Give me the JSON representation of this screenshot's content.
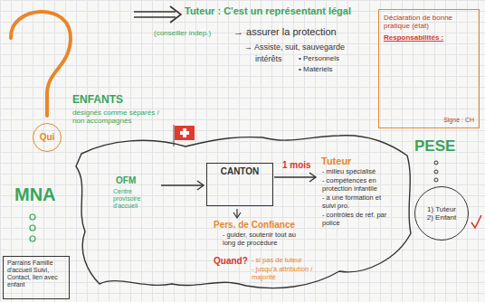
{
  "diagram": {
    "nodes": [
      {
        "text": [
          "Déclaration de bonne pratique (état)",
          "Responsabilités :",
          "Signé : CH"
        ]
      },
      {
        "text": [
          "Qui"
        ]
      },
      {
        "text": [
          "CANTON"
        ]
      },
      {
        "text": [
          "1) Tuteur 2) Enfant"
        ]
      },
      {
        "text": [
          "Parrains Famille d'accueil Suivi, Contact, lien avec enfant"
        ]
      }
    ],
    "labels": [
      "Tuteur : C'est un représentant légal",
      "(conseiller indep.)",
      "→ assurer la protection",
      "→ Assiste, suit, sauvegarde",
      "intérêts",
      "• Personnels",
      "• Matériels",
      "ENFANTS",
      "désignés comme séparés / non accompagnés",
      "MNA",
      "OFM",
      "Centre provisoire d'accueil",
      "1 mois",
      "Tuteur",
      "- milieu spécialisé",
      "- compétences en protection infantile",
      "- a une formation et suivi pro.",
      "- contrôles de réf. par police",
      "Pers. de Confiance",
      "- guider, soutenir tout au long de procédure",
      "Quand?",
      "- si pas de tuteur",
      "- jusqu'à attribution / majorité",
      "PESE"
    ]
  }
}
